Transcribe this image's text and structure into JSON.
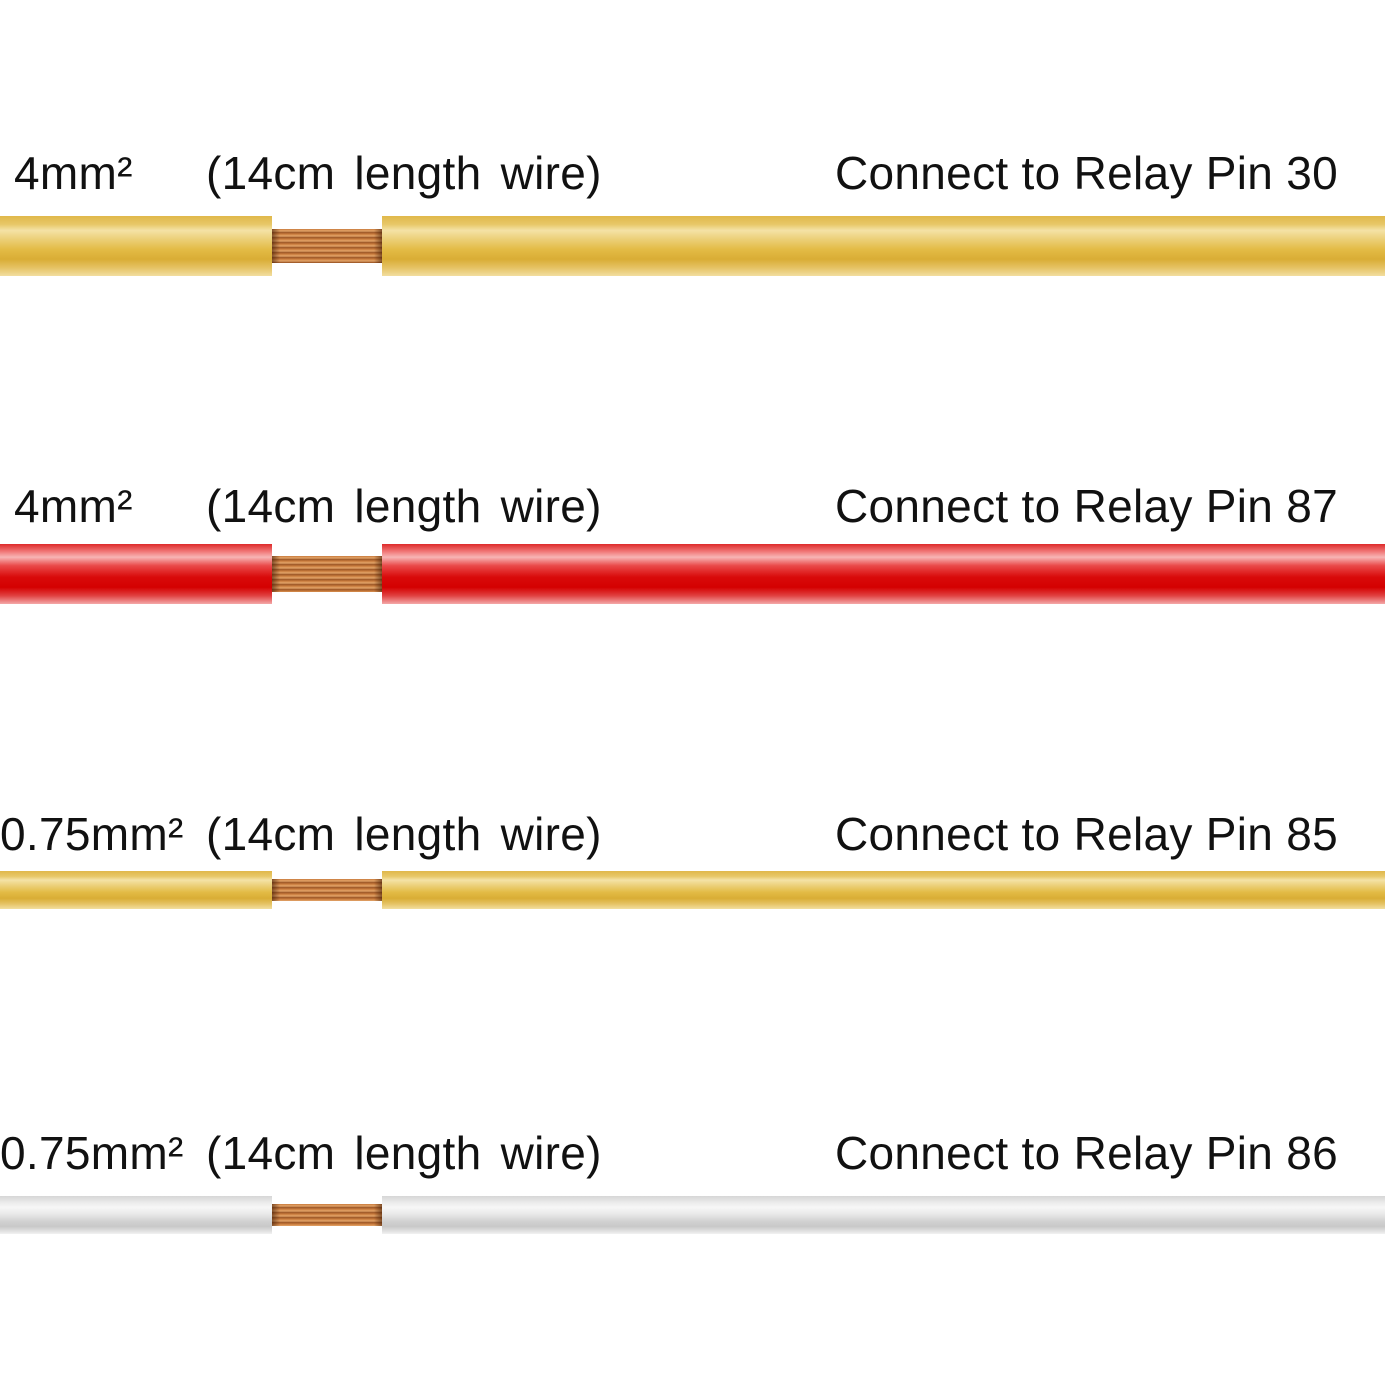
{
  "wires": [
    {
      "gauge": "4mm²",
      "length": "(14cm  length wire)",
      "connection": "Connect to Relay Pin 30",
      "color": "#e3bb45",
      "color_name": "yellow"
    },
    {
      "gauge": "4mm²",
      "length": "(14cm  length wire)",
      "connection": "Connect to Relay Pin 87",
      "color": "#d90b0b",
      "color_name": "red"
    },
    {
      "gauge": "0.75mm²",
      "length": "(14cm  length wire)",
      "connection": "Connect to Relay Pin 85",
      "color": "#e3bb45",
      "color_name": "yellow"
    },
    {
      "gauge": "0.75mm²",
      "length": "(14cm  length wire)",
      "connection": "Connect to Relay Pin 86",
      "color": "#d6d6d6",
      "color_name": "white"
    }
  ],
  "copper_color": "#c87a3c"
}
